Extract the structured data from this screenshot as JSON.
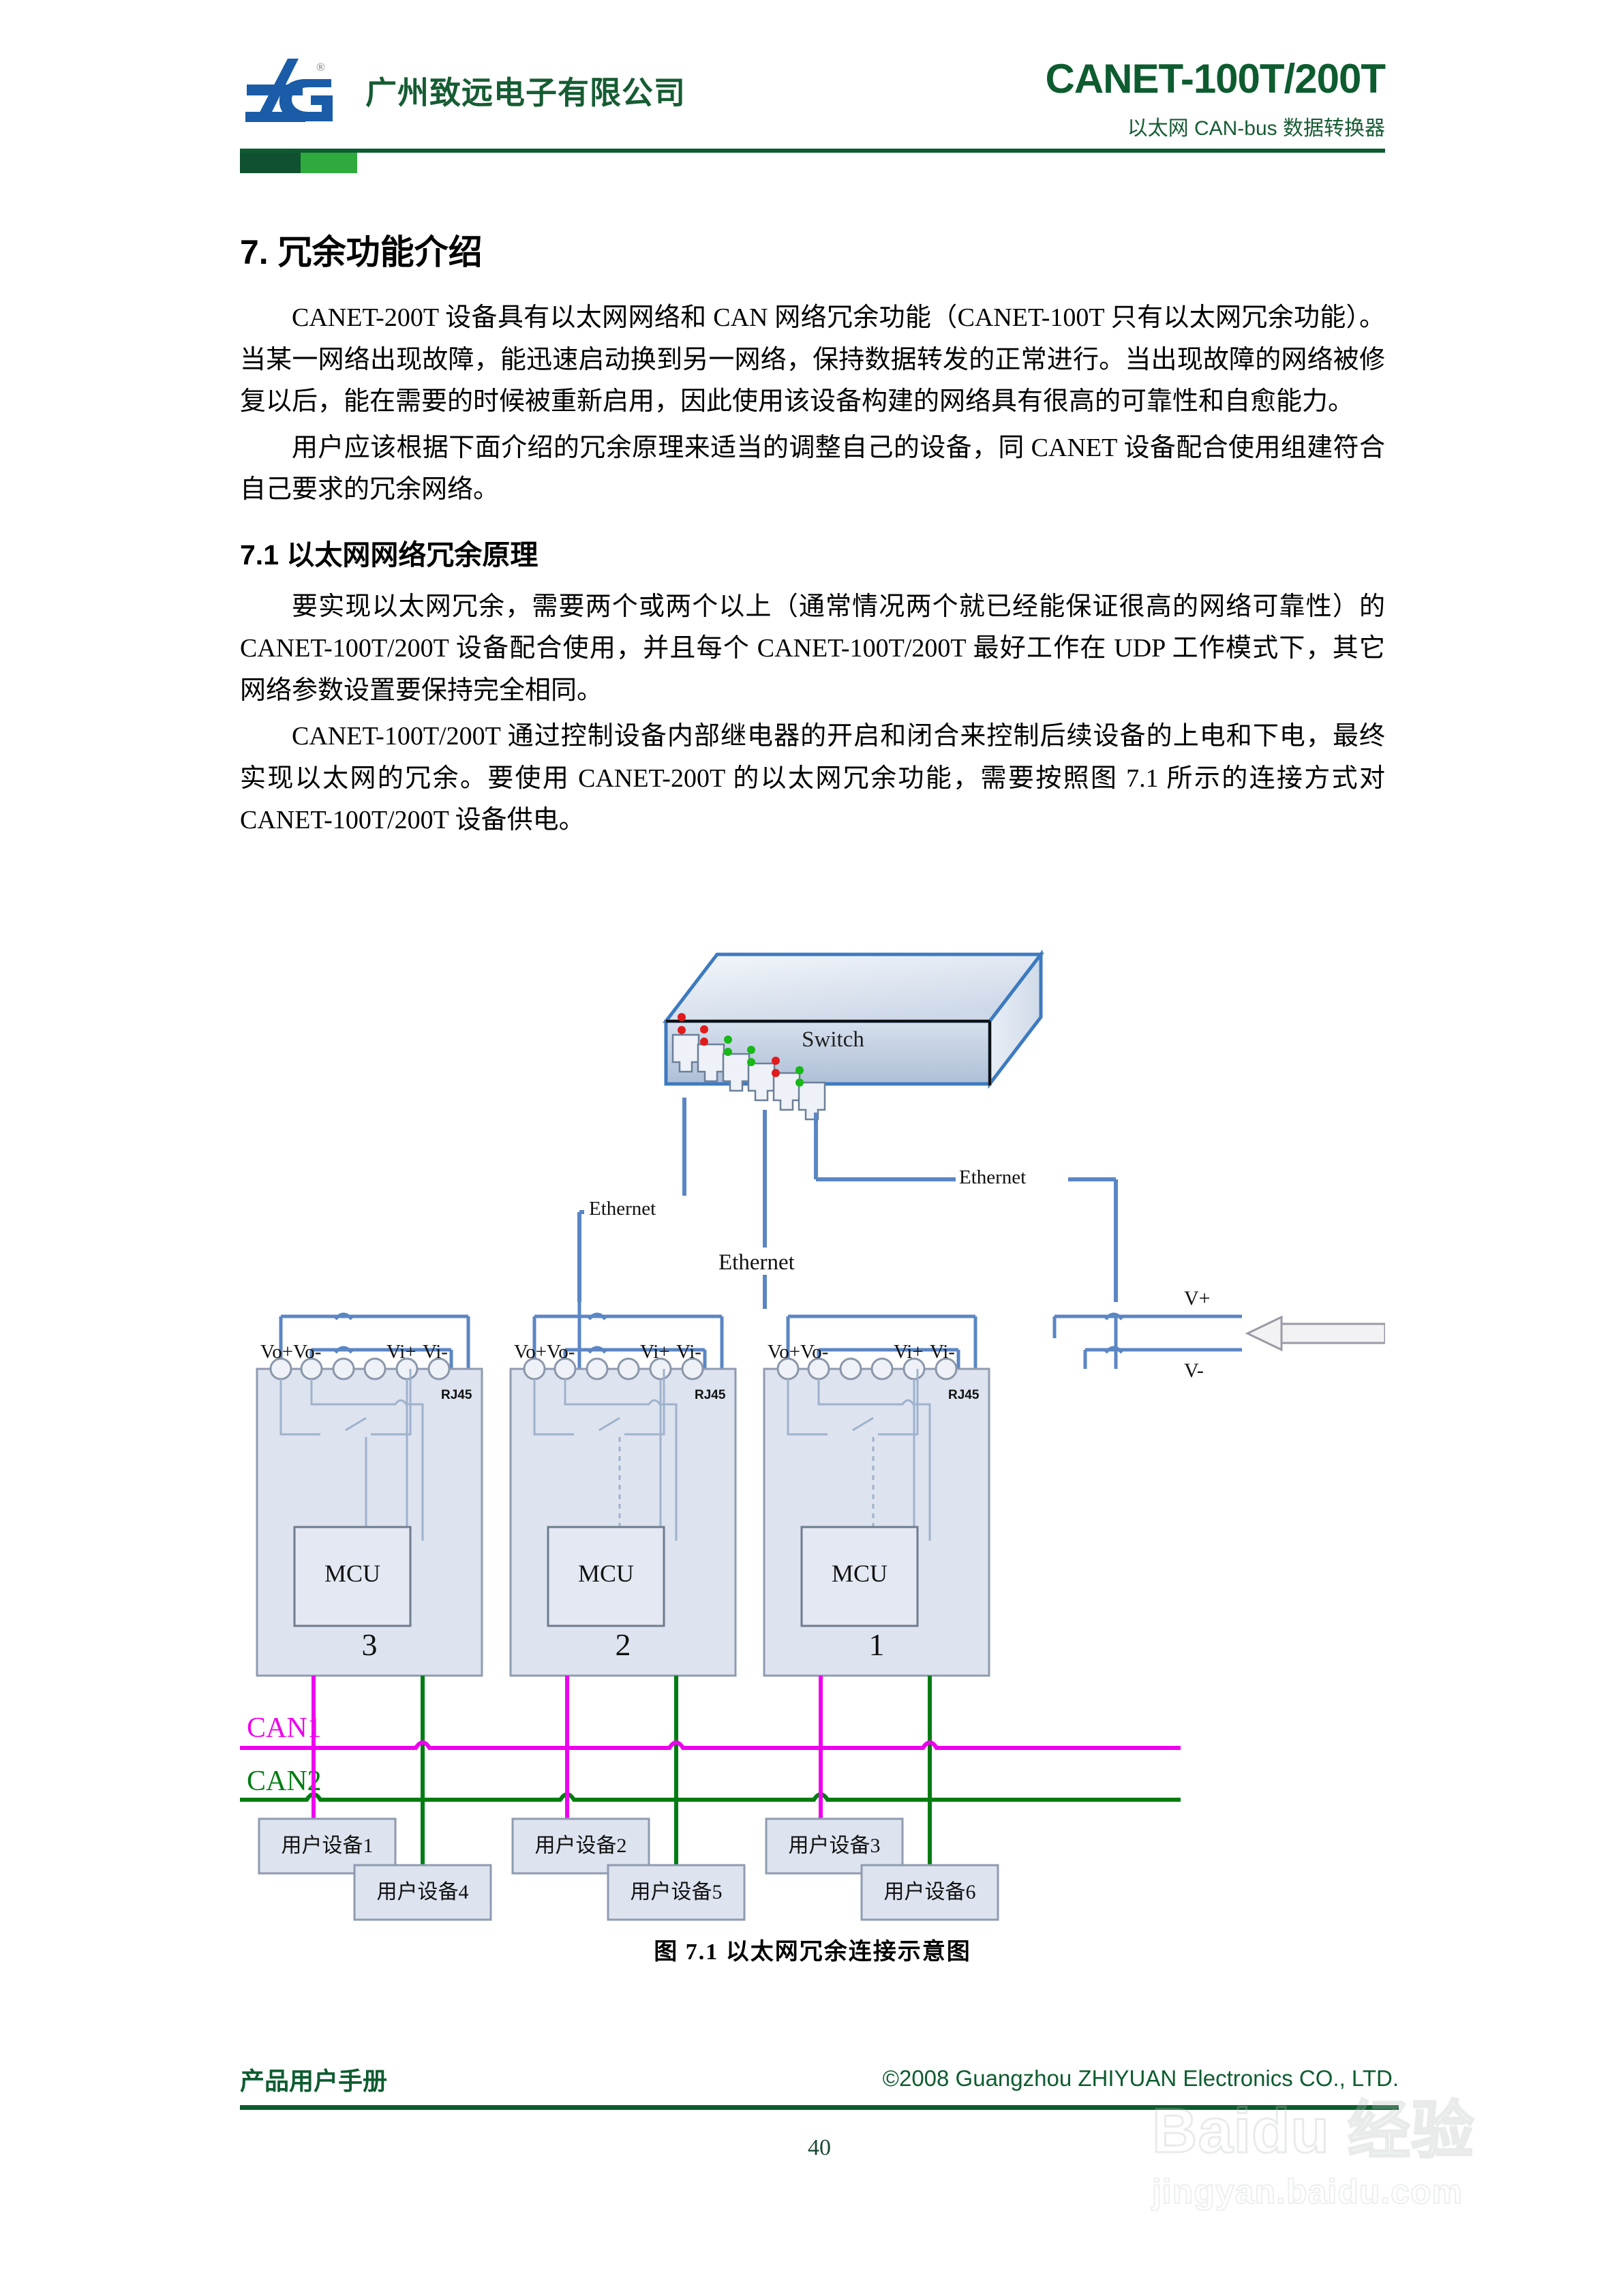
{
  "header": {
    "company_name": "广州致远电子有限公司",
    "product_title": "CANET-100T/200T",
    "product_subtitle": "以太网 CAN-bus 数据转换器",
    "logo_text": "ZLG",
    "logo_mark": "®",
    "brand_green": "#0d5c2f",
    "brand_blue": "#1a5ca8"
  },
  "content": {
    "section_title": "7. 冗余功能介绍",
    "paragraph_1": "CANET-200T 设备具有以太网网络和 CAN 网络冗余功能（CANET-100T 只有以太网冗余功能）。当某一网络出现故障，能迅速启动换到另一网络，保持数据转发的正常进行。当出现故障的网络被修复以后，能在需要的时候被重新启用，因此使用该设备构建的网络具有很高的可靠性和自愈能力。",
    "paragraph_2": "用户应该根据下面介绍的冗余原理来适当的调整自己的设备，同 CANET 设备配合使用组建符合自己要求的冗余网络。",
    "subsection_title": "7.1 以太网网络冗余原理",
    "paragraph_3": "要实现以太网冗余，需要两个或两个以上（通常情况两个就已经能保证很高的网络可靠性）的 CANET-100T/200T 设备配合使用，并且每个 CANET-100T/200T 最好工作在 UDP 工作模式下，其它网络参数设置要保持完全相同。",
    "paragraph_4": "CANET-100T/200T 通过控制设备内部继电器的开启和闭合来控制后续设备的上电和下电，最终实现以太网的冗余。要使用 CANET-200T 的以太网冗余功能，需要按照图 7.1 所示的连接方式对 CANET-100T/200T 设备供电。"
  },
  "figure": {
    "caption": "图 7.1   以太网冗余连接示意图",
    "switch_label": "Switch",
    "ethernet_labels": [
      "Ethernet",
      "Ethernet",
      "Ethernet"
    ],
    "power_labels": {
      "positive": "V+",
      "negative": "V-"
    },
    "terminal_labels": [
      "Vo+",
      "Vo-",
      "Vi+",
      "Vi-"
    ],
    "rj45_label": "RJ45",
    "mcu_label": "MCU",
    "device_numbers": [
      "3",
      "2",
      "1"
    ],
    "bus_labels": {
      "can1": "CAN1",
      "can2": "CAN2"
    },
    "bus_colors": {
      "can1": "#ee00ee",
      "can2": "#007c12"
    },
    "user_devices_top": [
      "用户设备1",
      "用户设备2",
      "用户设备3"
    ],
    "user_devices_bottom": [
      "用户设备4",
      "用户设备5",
      "用户设备6"
    ],
    "led_colors": {
      "red": "#e01b1b",
      "green": "#17b817"
    },
    "wire_color": "#5b86c4",
    "box_fill": "#dde3ef",
    "box_stroke": "#8f9bb0"
  },
  "footer": {
    "left_label": "产品用户手册",
    "copyright": "©2008 Guangzhou ZHIYUAN Electronics CO., LTD.",
    "page_number": "40"
  },
  "watermark": {
    "line1": "Baidu 经验",
    "line2": "jingyan.baidu.com"
  }
}
